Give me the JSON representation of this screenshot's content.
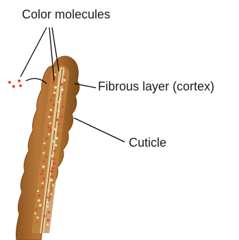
{
  "labels": {
    "color_molecules": "Color molecules",
    "cortex": "Fibrous layer (cortex)",
    "cuticle": "Cuticle"
  },
  "colors": {
    "cuticle_brown": "#a86b2c",
    "cortex_tan": "#c9924f",
    "medulla_light": "#e9cf9e",
    "pigment_red": "#e0452a",
    "pigment_cream": "#f4e3a8",
    "leader_line": "#000000"
  }
}
